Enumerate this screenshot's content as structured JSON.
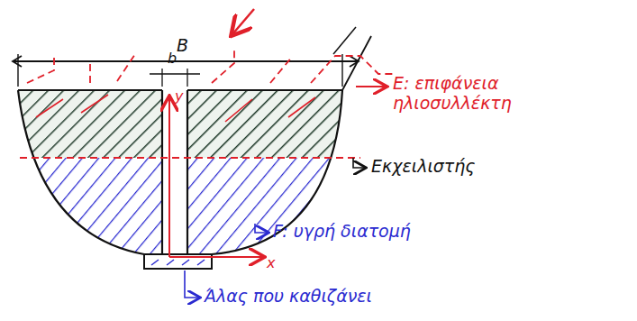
{
  "diagram": {
    "labels": [
      "B",
      "b",
      "y",
      "x",
      "E: επιφάνεια ηλιοσυλλέκτη",
      "Εκχειλιστής",
      "F: υγρή διατομή",
      "Άλας που καθιζάνει"
    ]
  }
}
